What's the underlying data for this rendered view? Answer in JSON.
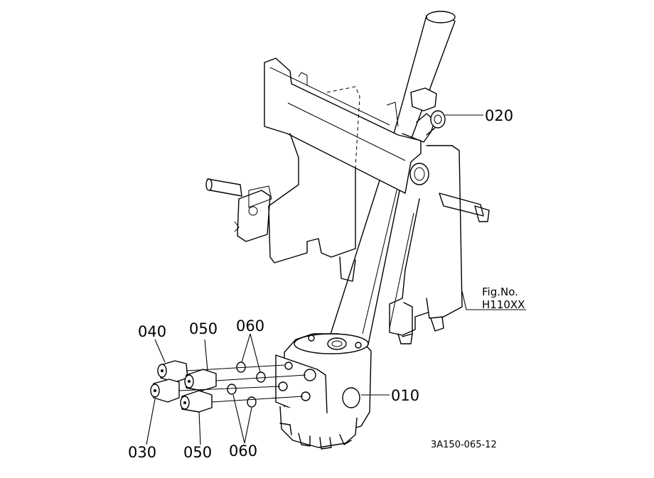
{
  "diagram": {
    "callouts": {
      "p010": "010",
      "p020": "020",
      "p030": "030",
      "p040": "040",
      "p050_top": "050",
      "p050_bottom": "050",
      "p060_top": "060",
      "p060_bottom": "060"
    },
    "fig_no_label": "Fig.No.",
    "fig_no_value": "H110XX",
    "drawing_code": "3A150-065-12"
  }
}
